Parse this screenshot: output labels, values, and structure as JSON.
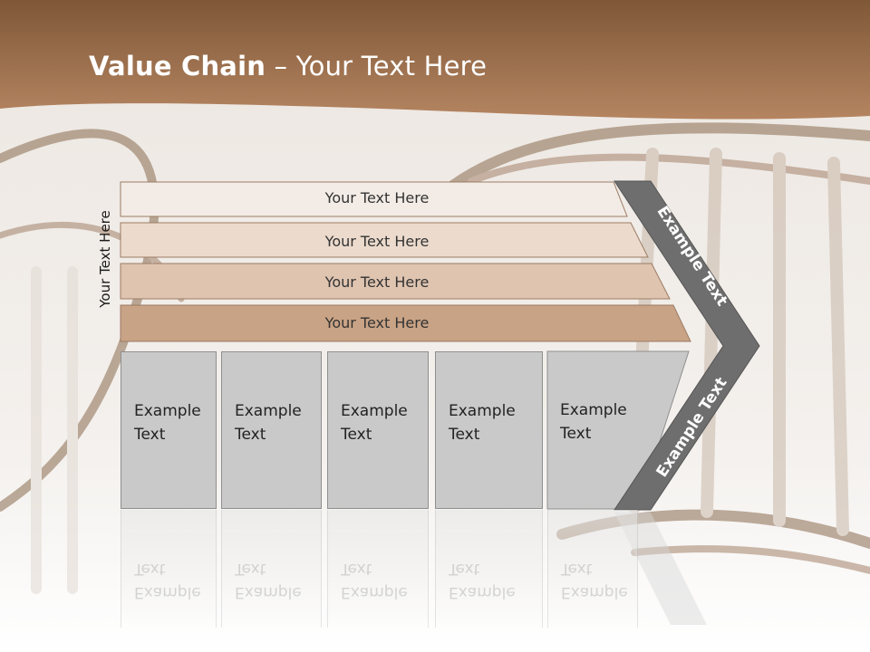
{
  "slide": {
    "title_bold": "Value Chain",
    "title_rest": " – Your Text Here",
    "side_label": "Your Text Here",
    "bands": [
      {
        "label": "Your Text Here",
        "color": "#f3ece6"
      },
      {
        "label": "Your Text Here",
        "color": "#ecdbcd"
      },
      {
        "label": "Your Text Here",
        "color": "#dfc4b0"
      },
      {
        "label": "Your Text Here",
        "color": "#c9a385"
      }
    ],
    "boxes": [
      {
        "line1": "Example",
        "line2": "Text"
      },
      {
        "line1": "Example",
        "line2": "Text"
      },
      {
        "line1": "Example",
        "line2": "Text"
      },
      {
        "line1": "Example",
        "line2": "Text"
      },
      {
        "line1": "Example",
        "line2": "Text"
      }
    ],
    "arrow_top_label": "Example Text",
    "arrow_bottom_label": "Example Text",
    "colors": {
      "header": "#9b6e4a",
      "arrow": "#6e6e6e",
      "box": "#c9c9c9"
    }
  }
}
